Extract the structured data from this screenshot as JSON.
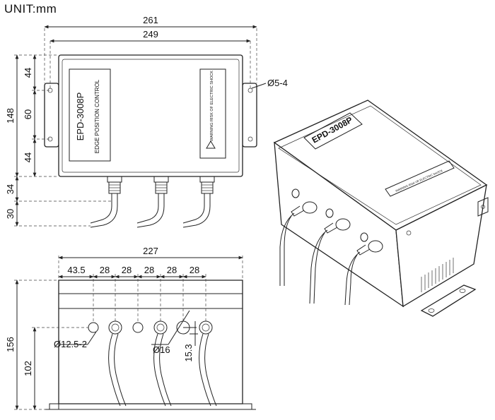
{
  "unit_label": "UNIT:mm",
  "model": "EPD-3008P",
  "subtitle": "EDGE POSITION CONTROL",
  "iso_label": "EPD-3008P",
  "warning_text": "WARNING RISK OF ELECTRIC SHOCK",
  "top_view": {
    "dims": {
      "overall_width": "261",
      "body_width": "249",
      "hole": "Ø5-4",
      "total_height": "148",
      "h_top": "44",
      "h_mid": "60",
      "h_bot": "44",
      "connector": "34",
      "cable": "30"
    }
  },
  "front_view": {
    "dims": {
      "width": "227",
      "offset": "43.5",
      "pitches": [
        "28",
        "28",
        "28",
        "28",
        "28"
      ],
      "height": "156",
      "hole_height": "102",
      "small_hole": "Ø12.5-2",
      "big_hole": "Ø16",
      "gap": "15.3"
    }
  }
}
